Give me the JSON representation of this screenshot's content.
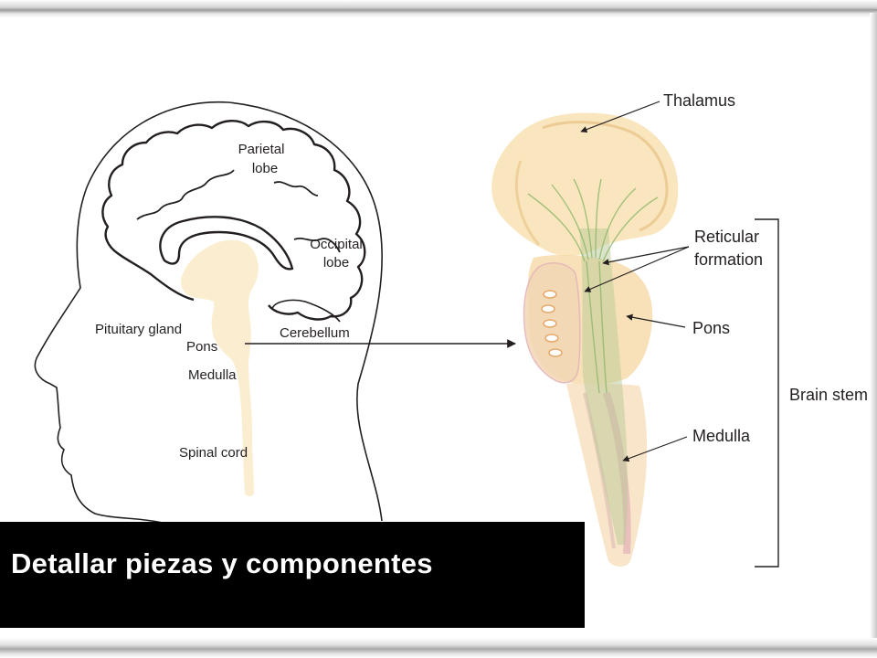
{
  "labels": {
    "parietal_lobe_1": "Parietal",
    "parietal_lobe_2": "lobe",
    "occipital_lobe_1": "Occipital",
    "occipital_lobe_2": "lobe",
    "pituitary_gland": "Pituitary gland",
    "pons_left": "Pons",
    "medulla_left": "Medulla",
    "cerebellum": "Cerebellum",
    "spinal_cord": "Spinal cord",
    "thalamus": "Thalamus",
    "reticular_formation_1": "Reticular",
    "reticular_formation_2": "formation",
    "pons_right": "Pons",
    "brain_stem": "Brain stem",
    "medulla_right": "Medulla"
  },
  "caption": "Detallar piezas y componentes",
  "colors": {
    "outline": "#231f20",
    "stem_fill": "#fbeed0",
    "thalamus_fill": "#f7ddaa",
    "pons_fill": "#f5d49a",
    "fiber_green": "#8fb66a",
    "medulla_pink": "#dda2ae",
    "caption_bg": "#000000",
    "caption_text": "#ffffff"
  }
}
